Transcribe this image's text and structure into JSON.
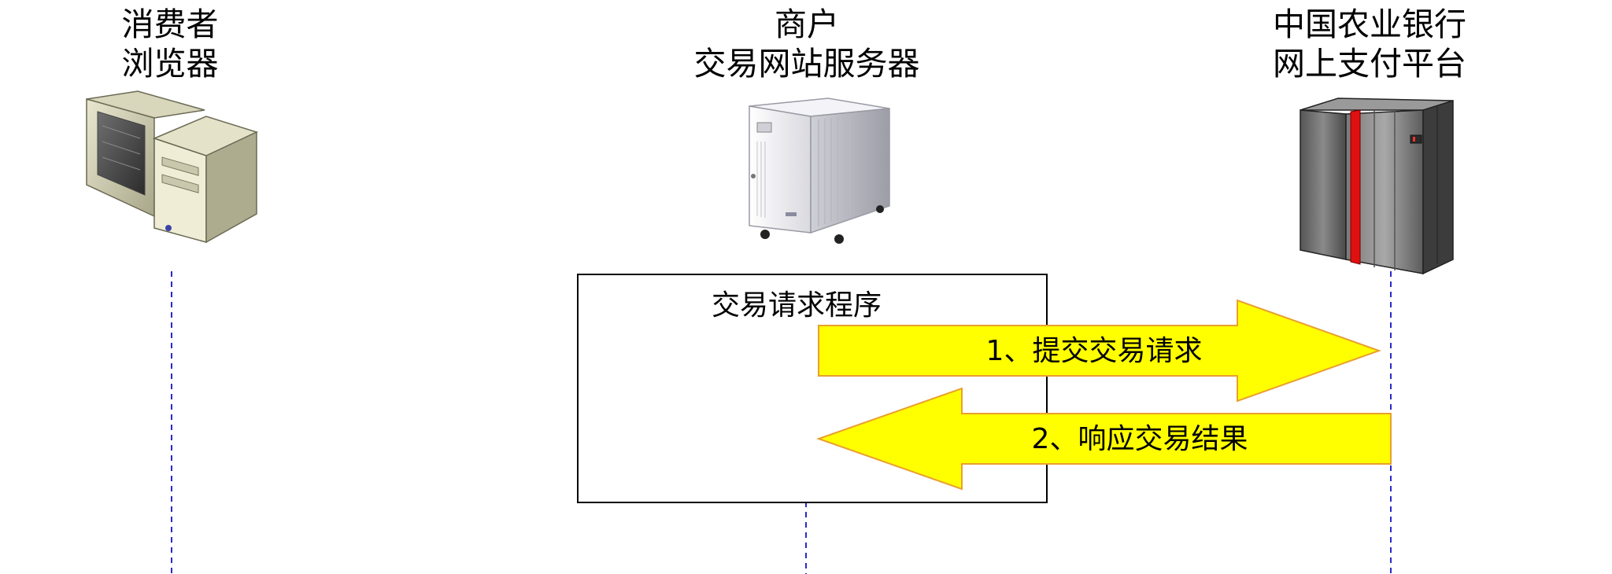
{
  "actors": {
    "consumer": {
      "line1": "消费者",
      "line2": "浏览器",
      "icon": "desktop-computer-icon"
    },
    "merchant": {
      "line1": "商户",
      "line2": "交易网站服务器",
      "icon": "tower-server-icon"
    },
    "bank": {
      "line1": "中国农业银行",
      "line2": "网上支付平台",
      "icon": "mainframe-server-icon"
    }
  },
  "process_box": {
    "label": "交易请求程序"
  },
  "messages": [
    {
      "label": "1、提交交易请求",
      "direction": "right"
    },
    {
      "label": "2、响应交易结果",
      "direction": "left"
    }
  ],
  "colors": {
    "arrow_fill": "#ffff00",
    "arrow_stroke": "#e8a030",
    "lifeline": "#2a2acc",
    "bank_stripe": "#e01010"
  }
}
